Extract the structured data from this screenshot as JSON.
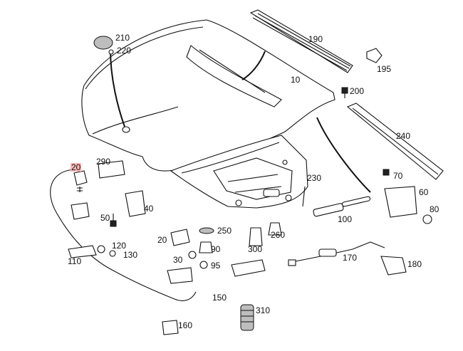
{
  "diagram": {
    "background": "#ffffff",
    "highlight_color": "#ffb6b6",
    "callouts": {
      "c210": "210",
      "c220": "220",
      "c190": "190",
      "c195": "195",
      "c10": "10",
      "c200": "200",
      "c240": "240",
      "c290": "290",
      "c20a": "20",
      "c70": "70",
      "c60": "60",
      "c230": "230",
      "c80": "80",
      "c40": "40",
      "c50": "50",
      "c100": "100",
      "c250": "250",
      "c260": "260",
      "c20b": "20",
      "c120": "120",
      "c130": "130",
      "c90": "90",
      "c300": "300",
      "c170": "170",
      "c30": "30",
      "c95": "95",
      "c110": "110",
      "c180": "180",
      "c150": "150",
      "c310": "310",
      "c160": "160"
    }
  }
}
